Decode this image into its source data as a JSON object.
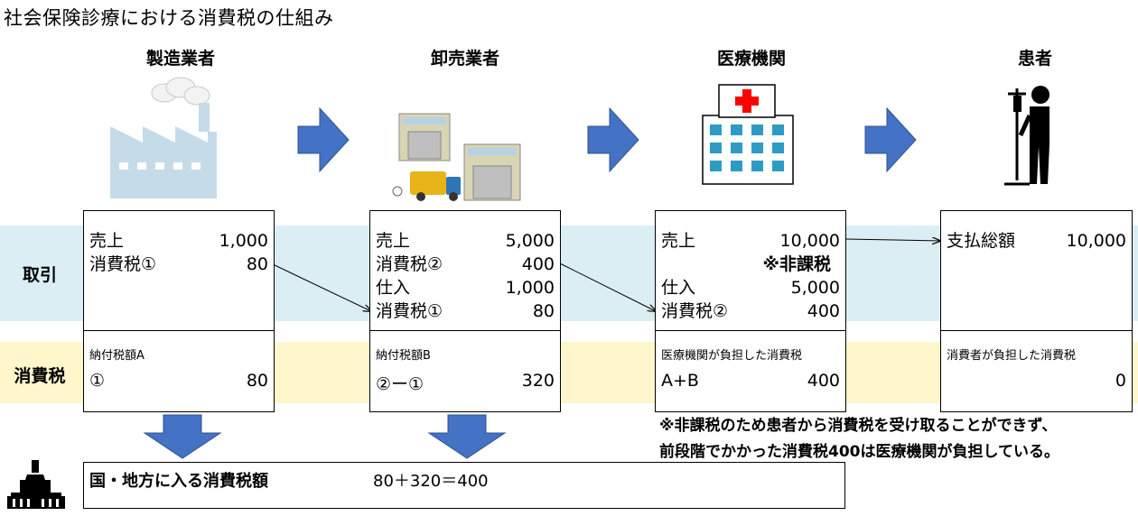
{
  "title": "社会保険診療における消費税の仕組み",
  "actors": {
    "manufacturer": "製造業者",
    "wholesaler": "卸売業者",
    "medical": "医療機関",
    "patient": "患者"
  },
  "bands": {
    "transaction": "取引",
    "consumption_tax": "消費税"
  },
  "manufacturer_box": {
    "sales_label": "売上",
    "sales_value": "1,000",
    "tax_label": "消費税①",
    "tax_value": "80",
    "pay_label": "納付税額A",
    "pay_calc": "①",
    "pay_value": "80"
  },
  "wholesaler_box": {
    "sales_label": "売上",
    "sales_value": "5,000",
    "tax_label": "消費税②",
    "tax_value": "400",
    "purchase_label": "仕入",
    "purchase_value": "1,000",
    "ptax_label": "消費税①",
    "ptax_value": "80",
    "pay_label": "納付税額B",
    "pay_calc": "②ー①",
    "pay_value": "320"
  },
  "medical_box": {
    "sales_label": "売上",
    "sales_value": "10,000",
    "exempt_label": "※非課税",
    "purchase_label": "仕入",
    "purchase_value": "5,000",
    "ptax_label": "消費税②",
    "ptax_value": "400",
    "burden_label": "医療機関が負担した消費税",
    "burden_calc": "A+B",
    "burden_value": "400"
  },
  "patient_box": {
    "pay_label": "支払総額",
    "pay_value": "10,000",
    "burden_label": "消費者が負担した消費税",
    "burden_value": "0"
  },
  "note": {
    "line1": "※非課税のため患者から消費税を受け取ることができず、",
    "line2": "前段階でかかった消費税400は医療機関が負担している。"
  },
  "national": {
    "label": "国・地方に入る消費税額",
    "value": "80＋320＝400"
  },
  "colors": {
    "arrow_blue": "#4472c4",
    "band_blue": "#dbeef4",
    "band_yellow": "#fff6cc",
    "factory_blue": "#c5dbe8",
    "hospital_red": "#ff0000",
    "hospital_window": "#2e9bc4"
  },
  "icons": [
    "factory-icon",
    "warehouse-truck-icon",
    "hospital-icon",
    "patient-iv-icon",
    "parliament-icon"
  ]
}
